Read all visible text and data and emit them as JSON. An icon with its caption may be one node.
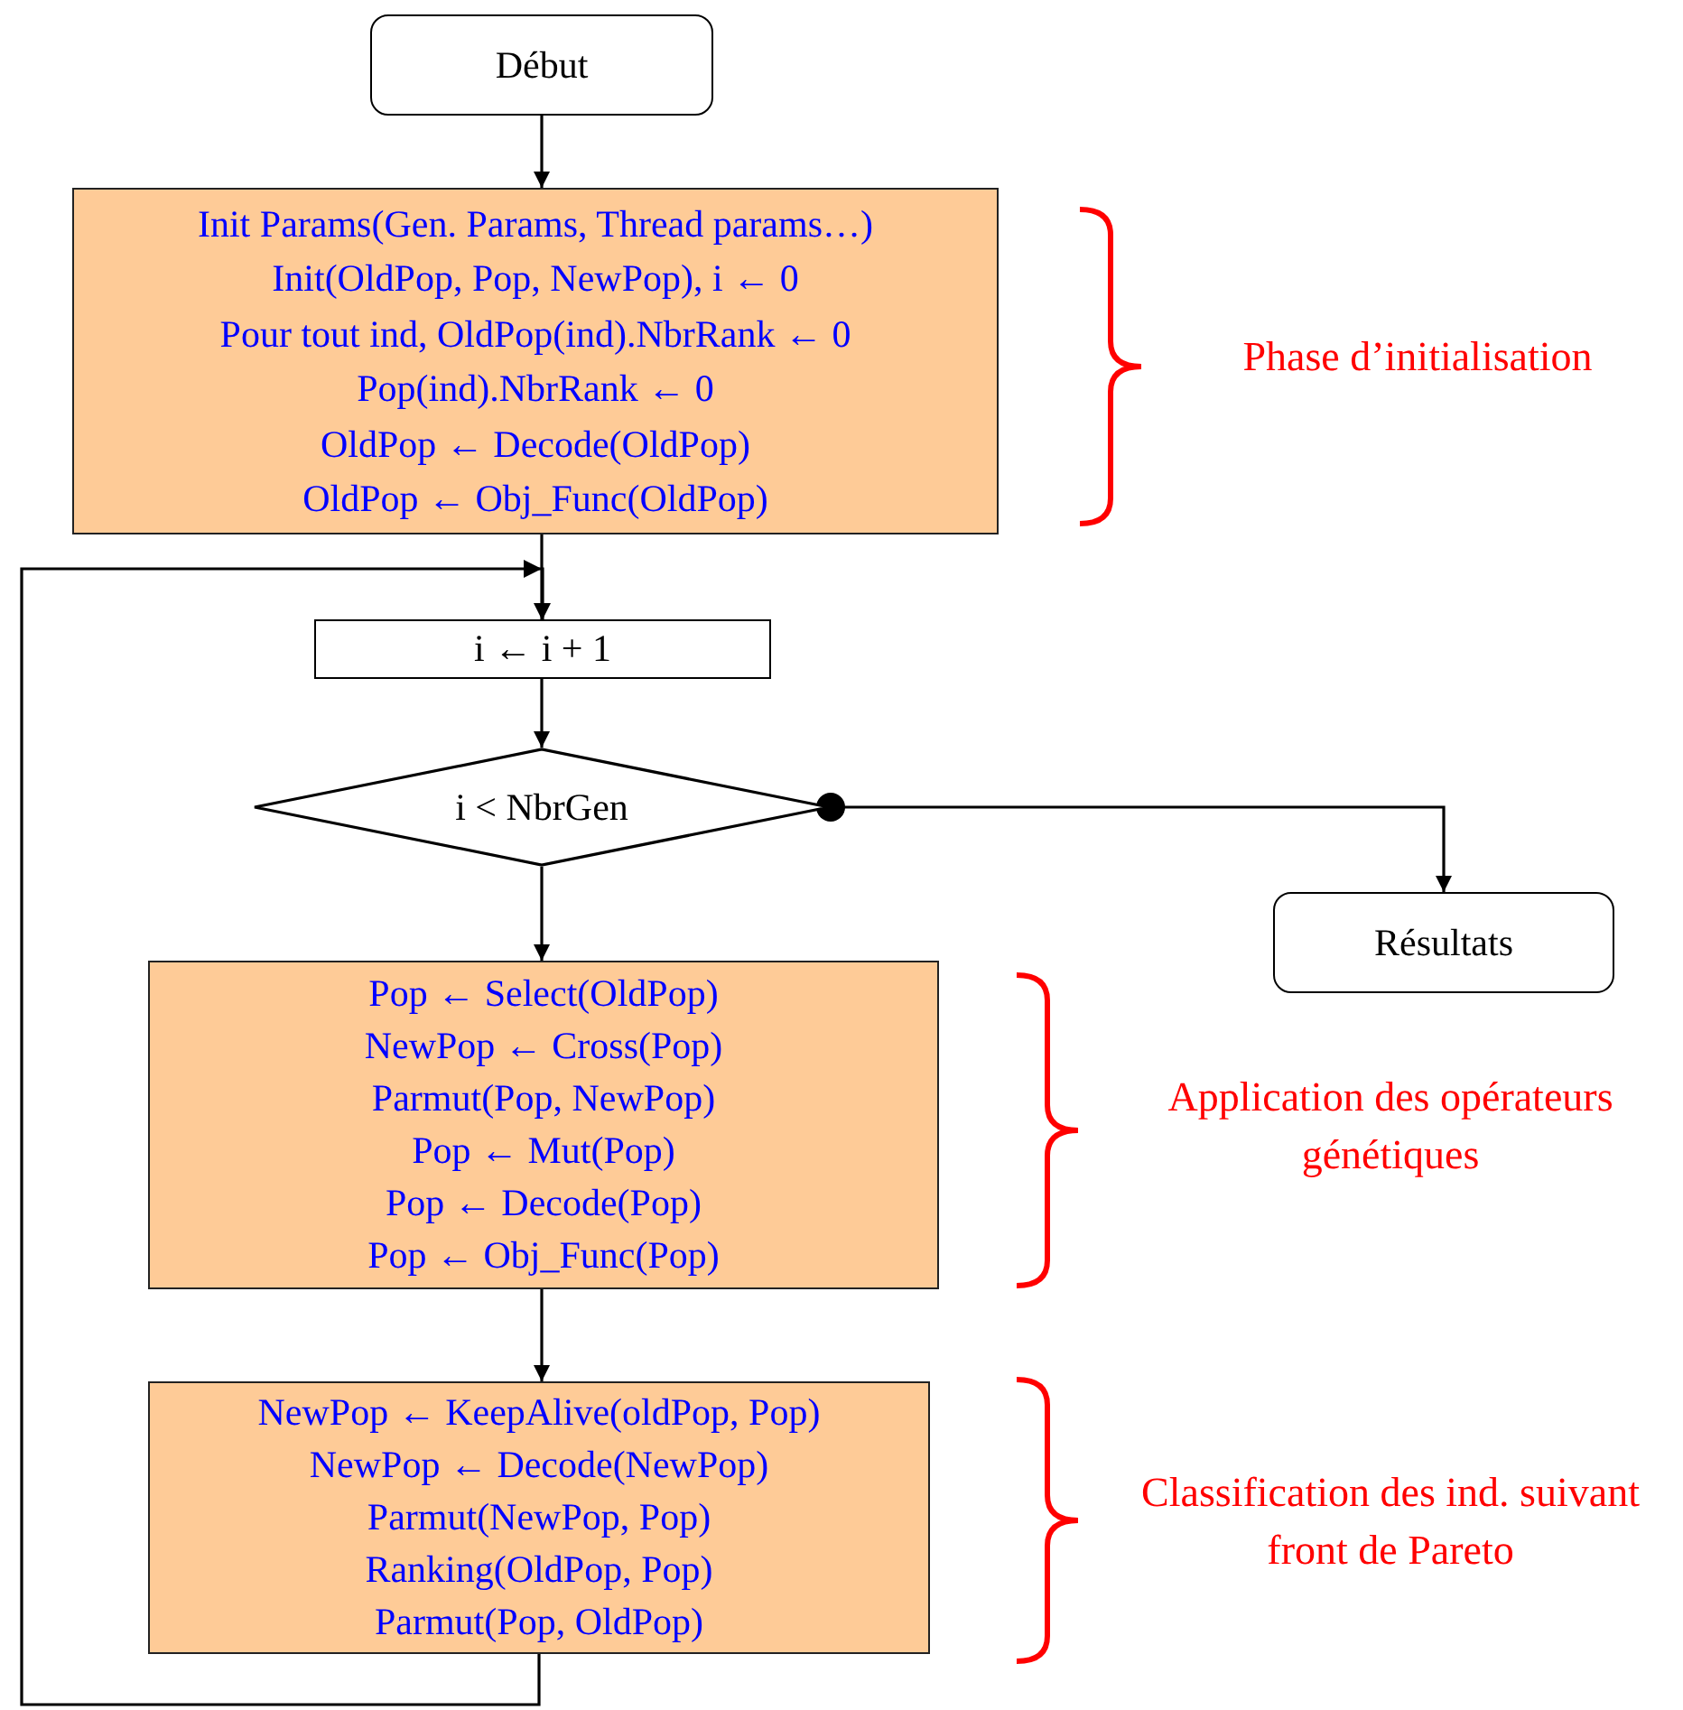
{
  "diagram": {
    "nodes": [
      {
        "text": [
          "Début"
        ]
      },
      {
        "text": [
          "Init Params(Gen. Params, Thread params…)",
          "Init(OldPop, Pop, NewPop), i ← 0",
          "Pour tout ind, OldPop(ind).NbrRank ← 0",
          "Pop(ind).NbrRank ← 0",
          "OldPop ← Decode(OldPop)",
          "OldPop ← Obj_Func(OldPop)"
        ]
      },
      {
        "text": [
          "i ← i + 1"
        ]
      },
      {
        "text": [
          "i < NbrGen"
        ]
      },
      {
        "text": [
          "Résultats"
        ]
      },
      {
        "text": [
          "Pop ← Select(OldPop)",
          "NewPop ← Cross(Pop)",
          "Parmut(Pop, NewPop)",
          "Pop ← Mut(Pop)",
          "Pop ← Decode(Pop)",
          "Pop ← Obj_Func(Pop)"
        ]
      },
      {
        "text": [
          "NewPop ← KeepAlive(oldPop, Pop)",
          "NewPop ← Decode(NewPop)",
          "Parmut(NewPop, Pop)",
          "Ranking(OldPop, Pop)",
          "Parmut(Pop, OldPop)"
        ]
      }
    ],
    "labels": [
      "Phase d’initialisation",
      "Application des opérateurs génétiques",
      "Classification des ind. suivant front de Pareto"
    ],
    "edges": [
      {
        "from": 0,
        "to": 1,
        "arrow": "to"
      },
      {
        "from": 1,
        "to": 2,
        "arrow": "to"
      },
      {
        "from": 2,
        "to": 3,
        "arrow": "to"
      },
      {
        "from": 3,
        "to": 4,
        "arrow": "to"
      },
      {
        "from": 3,
        "to": 5,
        "arrow": "to"
      },
      {
        "from": 5,
        "to": 6,
        "arrow": "to"
      },
      {
        "from": 6,
        "to": 2,
        "arrow": "to"
      }
    ]
  }
}
